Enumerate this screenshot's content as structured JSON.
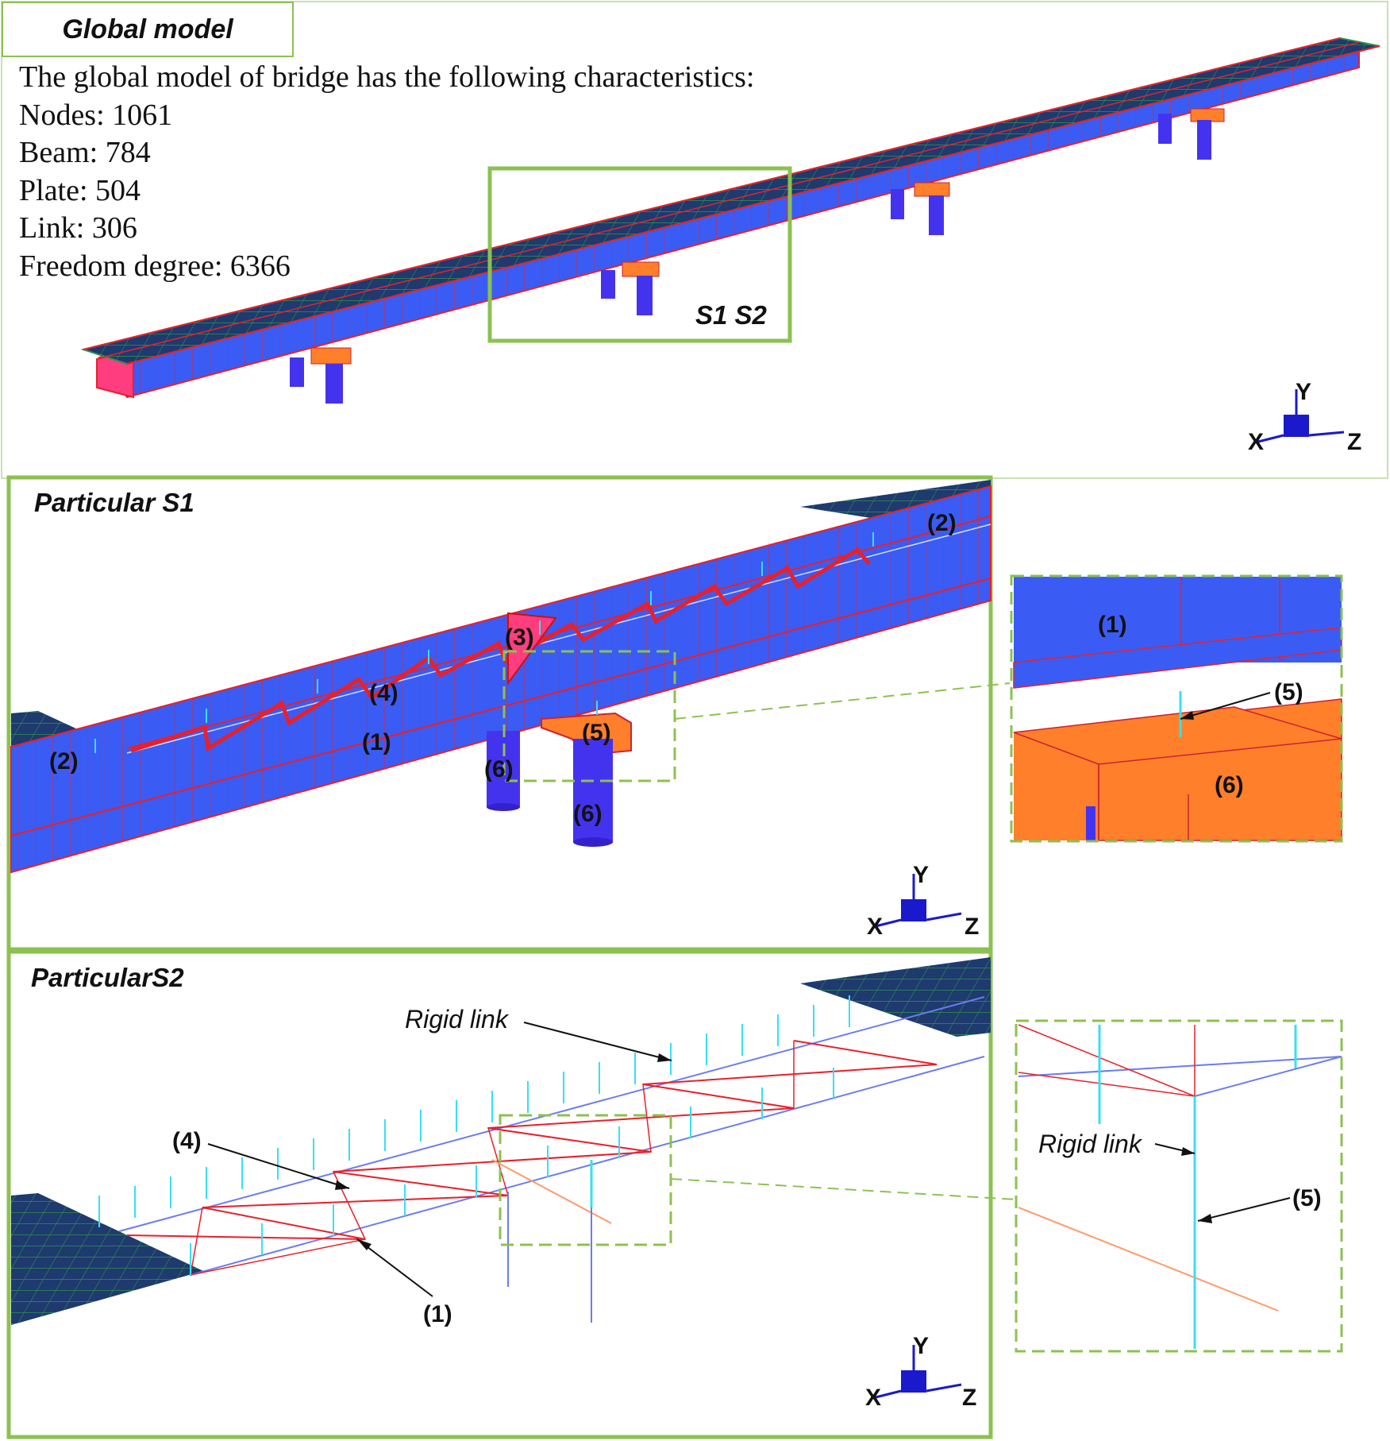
{
  "global": {
    "title": "Global model",
    "intro": "The global model of bridge has the following characteristics:",
    "stats": [
      "Nodes: 1061",
      "Beam: 784",
      "Plate: 504",
      "Link: 306",
      "Freedom degree: 6366"
    ],
    "zoom_label": "S1 S2"
  },
  "s1": {
    "title": "Particular S1",
    "labels": [
      "(1)",
      "(2)",
      "(2)",
      "(3)",
      "(4)",
      "(5)",
      "(6)",
      "(6)"
    ],
    "detail_labels": [
      "(1)",
      "(5)",
      "(6)"
    ]
  },
  "s2": {
    "title": "ParticularS2",
    "rigid_link": "Rigid link",
    "labels": [
      "(4)",
      "(1)"
    ],
    "detail_rigid_link": "Rigid link",
    "detail_label": "(5)"
  },
  "axes": {
    "x": "X",
    "y": "Y",
    "z": "Z"
  },
  "colors": {
    "frame": "#8cc152",
    "deck": "#1e3a6e",
    "girder": "#3355ff",
    "mesh_red": "#e8202a",
    "bearing": "#ff7f2a",
    "diaphragm": "#ff3d7f",
    "link": "#38e0f0"
  }
}
